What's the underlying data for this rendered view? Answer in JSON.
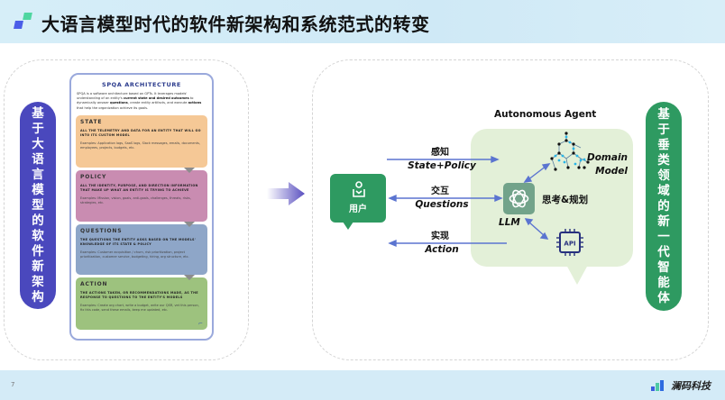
{
  "header": {
    "title": "大语言模型时代的软件新架构和系统范式的转变"
  },
  "left_pill": {
    "chars": [
      "基",
      "于",
      "大",
      "语",
      "言",
      "模",
      "型",
      "的",
      "软",
      "件",
      "新",
      "架",
      "构"
    ]
  },
  "right_pill": {
    "chars": [
      "基",
      "于",
      "垂",
      "类",
      "领",
      "域",
      "的",
      "新",
      "一",
      "代",
      "智",
      "能",
      "体"
    ]
  },
  "spqa": {
    "title": "SPQA ARCHITECTURE",
    "intro_parts": [
      "SPQA is a software architecture based on GPTs. It leverages models' understanding of an entity's ",
      "current state and desired outcomes",
      " to dynamically answer ",
      "questions",
      ", create entity artifacts, and execute ",
      "actions",
      " that help the organization achieve its goals."
    ],
    "cards": [
      {
        "title": "STATE",
        "desc": "ALL THE TELEMETRY AND DATA FOR AN ENTITY THAT WILL GO INTO ITS CUSTOM MODEL",
        "examples": "Examples: Application logs, SaaS logs, Slack messages, emails, documents, employees, projects, budgets, etc."
      },
      {
        "title": "POLICY",
        "desc": "ALL THE IDENTITY, PURPOSE, AND DIRECTION INFORMATION THAT MAKE UP WHAT AN ENTITY IS TRYING TO ACHIEVE",
        "examples": "Examples: Mission, vision, goals, anti-goals, challenges, threats, risks, strategies, etc."
      },
      {
        "title": "QUESTIONS",
        "desc": "THE QUESTIONS THE ENTITY ASKS BASED ON THE MODELS' KNOWLEDGE OF ITS STATE & POLICY",
        "examples": "Examples: Customer acquisition / churn, risk prioritization, project prioritization, customer service, budgeting, hiring, org structure, etc."
      },
      {
        "title": "ACTION",
        "desc": "THE ACTIONS TAKEN, OR RECOMMENDATIONS MADE, AS THE RESPONSE TO QUESTIONS TO THE ENTITY'S MODELS",
        "examples": "Examples: Create org chart, write a budget, write our QSR, vet this person, fix this code, send these emails, keep me updated, etc."
      }
    ]
  },
  "diagram": {
    "user_label": "用户",
    "agent_title": "Autonomous Agent",
    "flows": [
      {
        "label": "感知",
        "sub": "State+Policy",
        "direction": "right"
      },
      {
        "label": "交互",
        "sub": "Questions",
        "direction": "both"
      },
      {
        "label": "实现",
        "sub": "Action",
        "direction": "left"
      }
    ],
    "llm_label": "LLM",
    "plan_label": "思考&规划",
    "domain_model": [
      "Domain",
      "Model"
    ],
    "api_label": "API"
  },
  "footer": {
    "page_number": "7",
    "brand": "澜码科技"
  },
  "colors": {
    "left_pill": "#4a48bd",
    "right_pill": "#2e9a61",
    "arrow": "#5b74d0",
    "agent_bg": "#e3f0d8"
  }
}
